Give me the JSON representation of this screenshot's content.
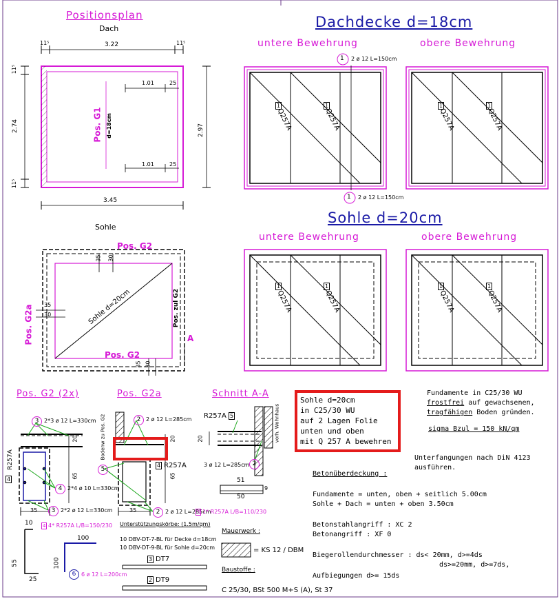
{
  "colors": {
    "title_blue": "#1a1aa6",
    "magenta": "#d61ad6",
    "green": "#1aa61a",
    "highlight_red": "#e41b1b"
  },
  "positionsplan": {
    "title": "Positionsplan",
    "dach_label": "Dach",
    "sohle_label": "Sohle",
    "dims": {
      "top_left": "11⁵",
      "top_mid": "3.22",
      "top_right": "11⁵",
      "left_top": "11⁵",
      "left_mid": "2.74",
      "left_bot": "11⁵",
      "right": "2.97",
      "bottom": "3.45",
      "inner1": "1.01",
      "inner1b": "25",
      "inner2": "1.01",
      "inner2b": "25"
    },
    "pos_g1": "Pos. G1",
    "pos_g1_d": "d=18cm",
    "sohle": {
      "pos_g2_top": "Pos. G2",
      "pos_g2_bot": "Pos. G2",
      "pos_g2a": "Pos. G2a",
      "pos_zul": "Pos. zul G2",
      "diag": "Sohle d=20cm",
      "d35a": "35",
      "d30a": "30",
      "d35b": "35",
      "d30b": "30",
      "d35c": "35",
      "d30c": "30",
      "section": "A"
    }
  },
  "dachdecke": {
    "title": "Dachdecke d=18cm",
    "untere": "untere Bewehrung",
    "obere": "obere Bewehrung",
    "mat1": "Q257A",
    "mat2": "Q257A",
    "mat3": "Q257A",
    "mat4": "Q257A",
    "num1": "1",
    "num2": "1",
    "num3": "1",
    "num4": "1",
    "bar_top": "2 ø 12 L=150cm",
    "bar_bot": "2 ø 12 L=150cm",
    "circle_top": "1",
    "circle_bot": "1"
  },
  "sohle": {
    "title": "Sohle d=20cm",
    "untere": "untere Bewehrung",
    "obere": "obere Bewehrung",
    "mat1": "Q257A",
    "mat2": "Q257A",
    "mat3": "Q257A",
    "mat4": "Q257A",
    "num1": "1",
    "num2": "1",
    "num3": "1",
    "num4": "1"
  },
  "details": {
    "g2": {
      "title": "Pos. G2 (2x)",
      "c3a": "3",
      "b3a": "2*3 ø 12 L=330cm",
      "c4": "4",
      "b4": "2*4 ø 10 L=330cm",
      "c3b": "3",
      "b3b": "2*2 ø 12 L=330cm",
      "r257_num": "4",
      "r257": "R257A",
      "d20": "20",
      "d65": "65",
      "d35": "35",
      "foot_num": "4",
      "foot": "4* R257A L/B=150/230"
    },
    "g2a": {
      "title": "Pos. G2a",
      "c2a": "2",
      "b2a": "2 ø 12 L=285cm",
      "c5": "5",
      "c2b": "2",
      "b2b": "2 ø 12 L=285cm",
      "r257_num": "4",
      "r257": "R257A",
      "d20": "20",
      "d65": "65",
      "d35": "35",
      "vert1": "Bodenw zu Pos. G2",
      "foot_num": "5",
      "foot": "1* R257A L/B=110/230"
    },
    "schnitt": {
      "title": "Schnitt A-A",
      "r257": "R257A",
      "r257_num": "5",
      "c2": "2",
      "b3": "3 ø 12 L=285cm",
      "d20": "20",
      "vorh": "vorh. Wohnhaus",
      "d51": "51",
      "d50": "50",
      "d9": "9"
    },
    "hook": {
      "d10": "10",
      "d55": "55",
      "d25": "25",
      "d100a": "100",
      "d100b": "100",
      "c6": "6",
      "b6": "6 ø 12 L=200cm"
    },
    "unter": {
      "title": "Unterstützungskörbe: (1.5m/qm)",
      "l1": "10 DBV-DT-7-BL  für Decke d=18cm",
      "l2": "10 DBV-DT-9-BL  für Sohle  d=20cm",
      "dt7_num": "3",
      "dt7": "DT7",
      "dt9_num": "2",
      "dt9": "DT9"
    }
  },
  "note_box": {
    "l1": "Sohle d=20cm",
    "l2": "in C25/30 WU",
    "l3": "auf 2 Lagen Folie",
    "l4": "unten und oben",
    "l5": "mit Q 257 A bewehren"
  },
  "notes": {
    "f1": "Fundamente in C25/30 WU",
    "f2a": "frostfrei",
    "f2b": " auf gewachsenen,",
    "f3a": "tragfähigen",
    "f3b": " Boden gründen.",
    "sigma": "sigma Bzul = 150 kN/qm",
    "u1": "Unterfangungen nach DiN 4123",
    "u2": "ausführen.",
    "beton_title": "Betonüberdeckung :",
    "bf": "Fundamente    = unten, oben + seitlich  5.00cm",
    "bs": "Sohle + Dach = unten + oben 3.50cm",
    "bl": "Betonstahlangriff : XC 2",
    "ba": "Betonangriff       :     XF 0",
    "bieg1": "Biegerollendurchmesser : ds< 20mm, d>=4ds",
    "bieg2": "ds>=20mm, d>=7ds,",
    "aufb": "Aufbiegungen d>= 15ds",
    "mauer": "Mauerwerk :",
    "ks": "= KS 12 / DBM",
    "baustoffe": "Baustoffe :",
    "baustoffe_val": "C 25/30, BSt 500 M+S (A), St 37"
  }
}
